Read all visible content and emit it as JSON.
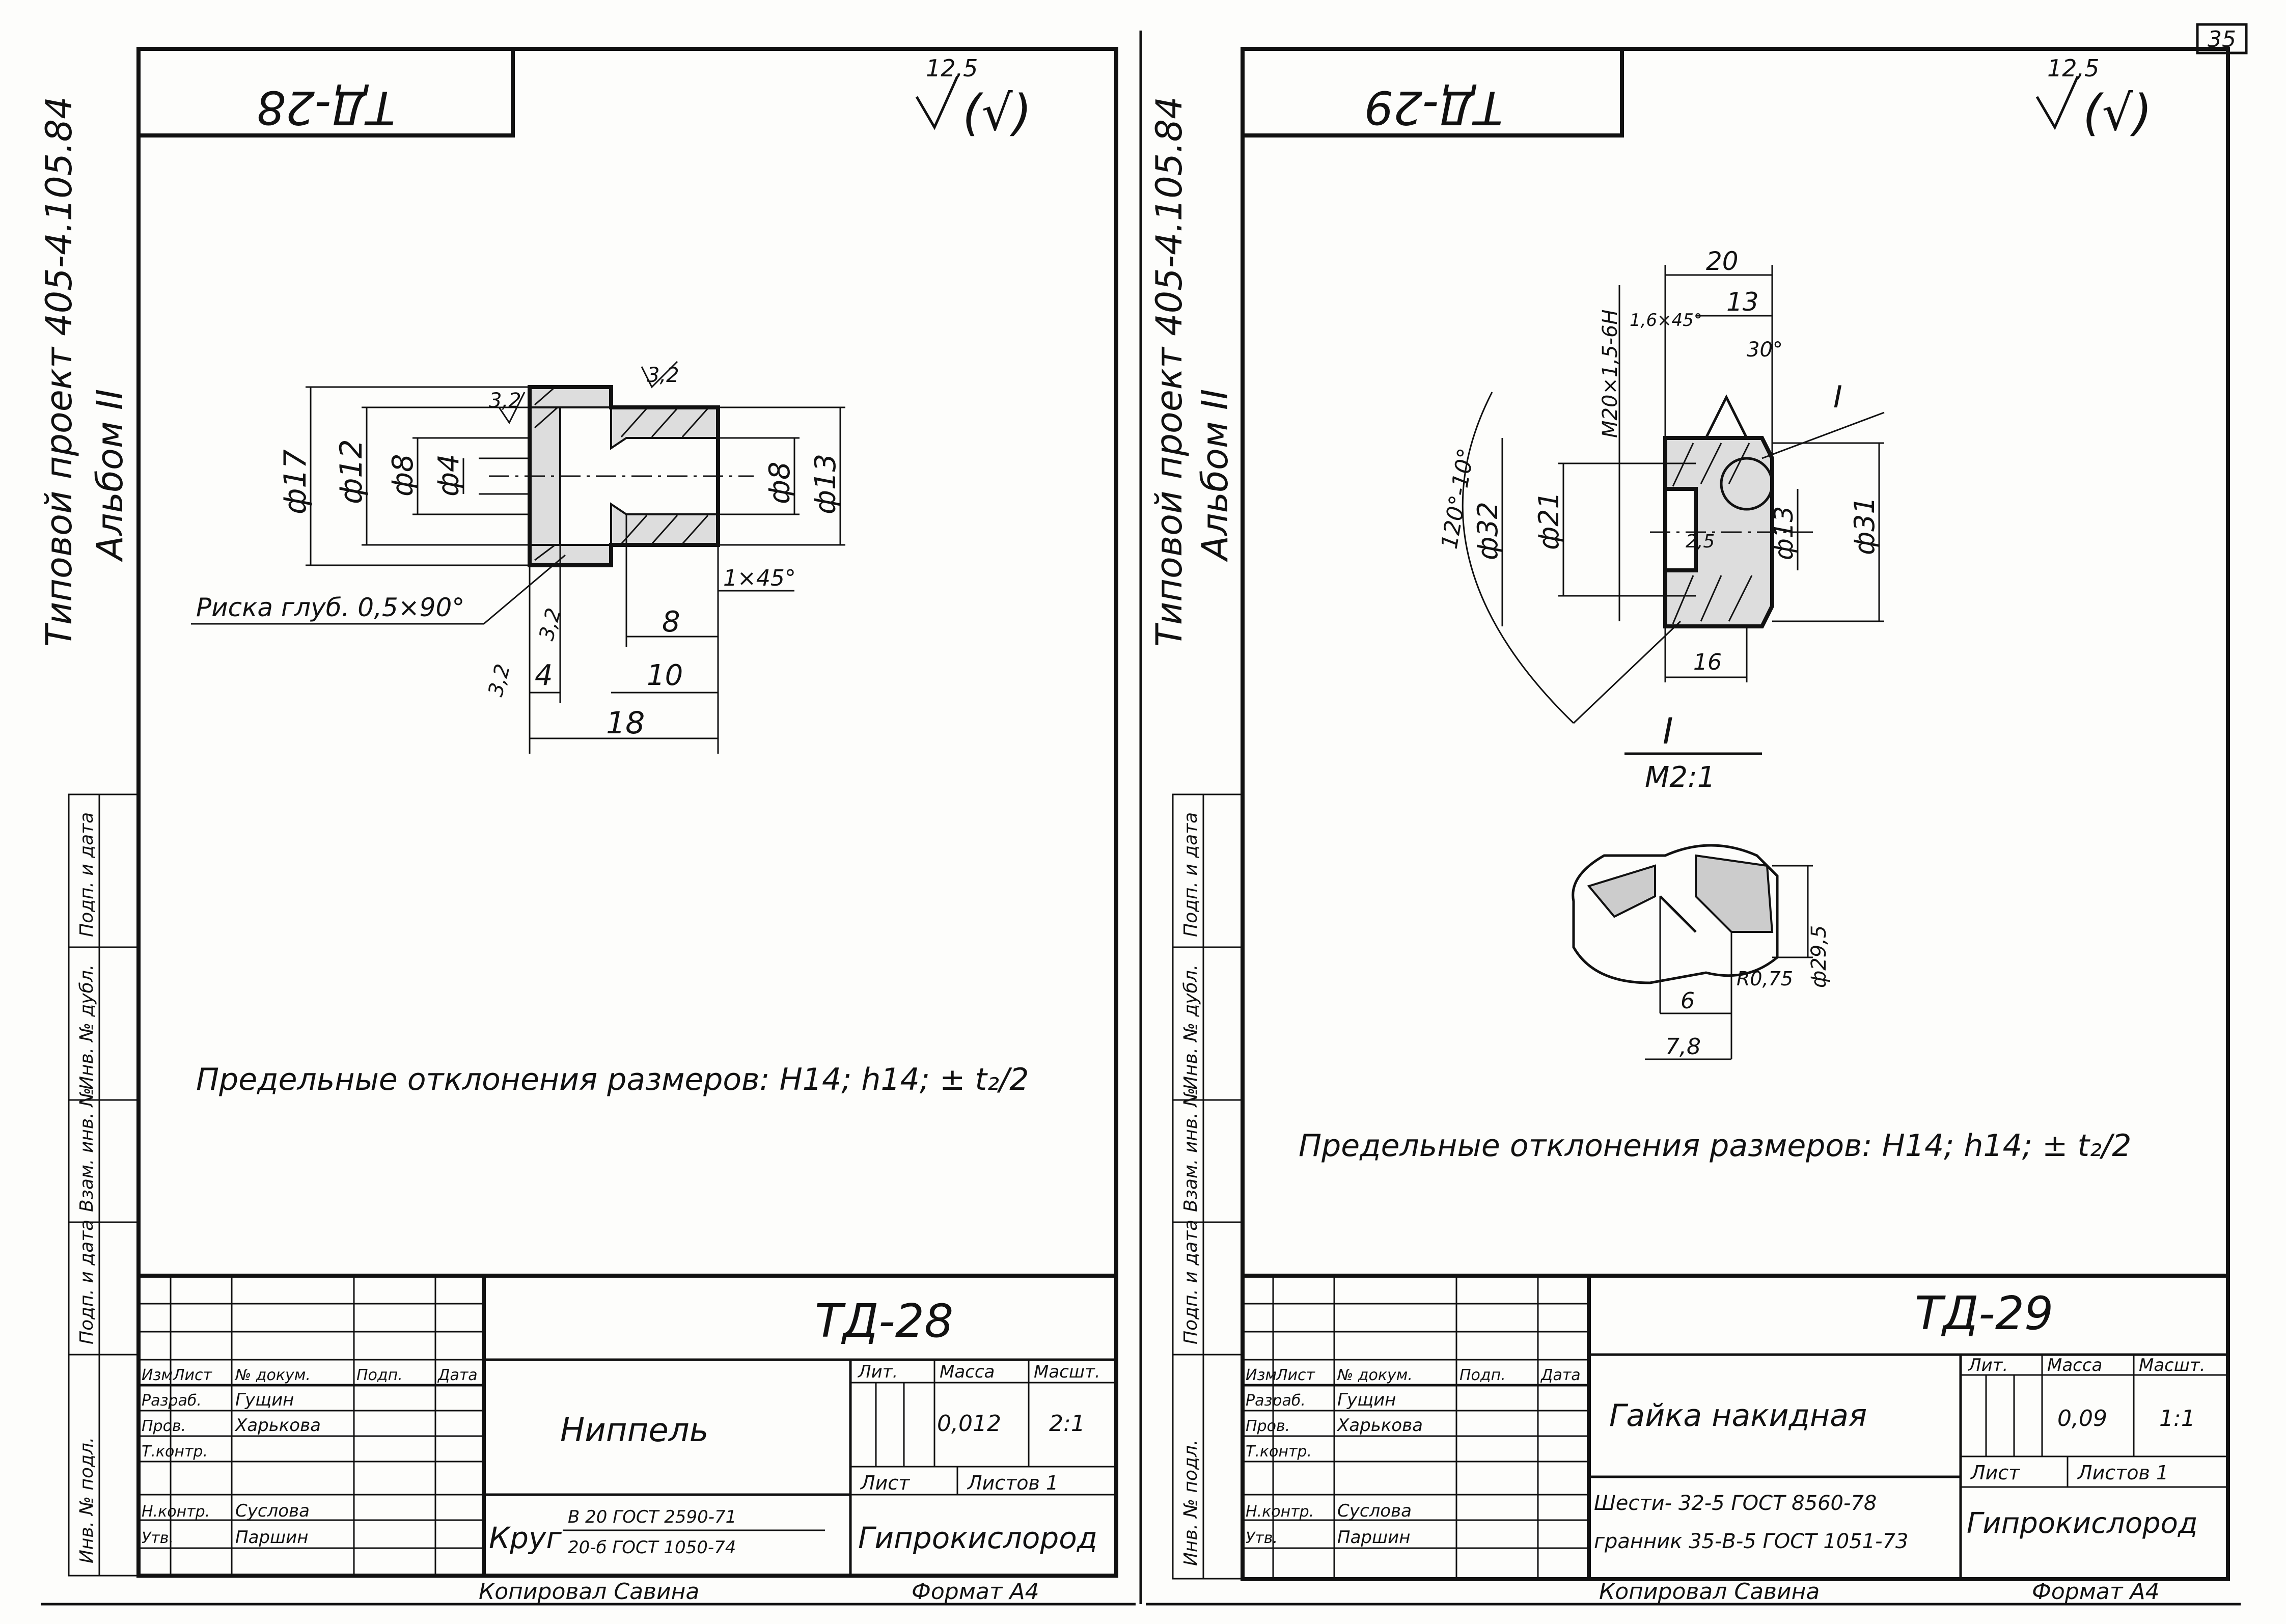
{
  "page_number": "35",
  "common": {
    "side_label_project": "Типовой проект 405-4.105.84",
    "side_label_album": "Альбом II",
    "side_box_labels": [
      "Инв. № подл.",
      "Подп. и дата",
      "Взам. инв. №",
      "Инв. № дубл.",
      "Подп. и дата"
    ],
    "roughness_main": "12,5",
    "roughness_bracket": "(√)",
    "tolerance_note": "Предельные отклонения размеров: H14; h14; ± t₂/2",
    "tb_headers": [
      "Изм",
      "Лист",
      "№ докум.",
      "Подп.",
      "Дата"
    ],
    "tb_roles": [
      "Разраб.",
      "Пров.",
      "Т.контр.",
      "",
      "Н.контр.",
      "Утв."
    ],
    "tb_names": [
      "Гущин",
      "Харькова",
      "",
      "",
      "Суслова",
      "Паршин"
    ],
    "tb_lit": "Лит.",
    "tb_mass": "Масса",
    "tb_scale": "Масшт.",
    "tb_sheet": "Лист",
    "tb_sheets": "Листов 1",
    "tb_org": "Гипрокислород",
    "copied_by": "Копировал Савина",
    "format": "Формат А4"
  },
  "sheet_left": {
    "stamp": "ТД-28",
    "designation": "ТД-28",
    "name": "Ниппель",
    "mass": "0,012",
    "scale": "2:1",
    "material_prefix": "Круг",
    "material_top": "В 20 ГОСТ 2590-71",
    "material_bottom": "20-б   ГОСТ 1050-74",
    "dims": {
      "d17": "ф17",
      "d12": "ф12",
      "d8a": "ф8",
      "d4": "ф4",
      "d8b": "ф8",
      "d13": "ф13",
      "r32a": "3,2",
      "r32b": "3,2",
      "r32c": "3,2",
      "r32d": "3,2",
      "chamfer": "1×45°",
      "l8": "8",
      "l4": "4",
      "l10": "10",
      "l18": "18",
      "risk": "Риска глуб. 0,5×90°"
    }
  },
  "sheet_right": {
    "stamp": "ТД-29",
    "designation": "ТД-29",
    "name": "Гайка накидная",
    "mass": "0,09",
    "scale": "1:1",
    "material_line1": "Шести- 32-5 ГОСТ 8560-78",
    "material_line2": "гранник 35-В-5 ГОСТ 1051-73",
    "dims": {
      "l20": "20",
      "l13": "13",
      "ch": "1,6×45°",
      "a30": "30°",
      "thread": "M20×1,5-6H",
      "callout": "I",
      "a120": "120°-10°",
      "d32": "ф32",
      "d21": "ф21",
      "r25": "2,5",
      "d13": "ф13",
      "d31": "ф31",
      "l16": "16",
      "detail_title": "I",
      "detail_scale": "М2:1",
      "d295": "ф29,5",
      "r075": "R0,75",
      "l6": "6",
      "l78": "7,8"
    }
  }
}
